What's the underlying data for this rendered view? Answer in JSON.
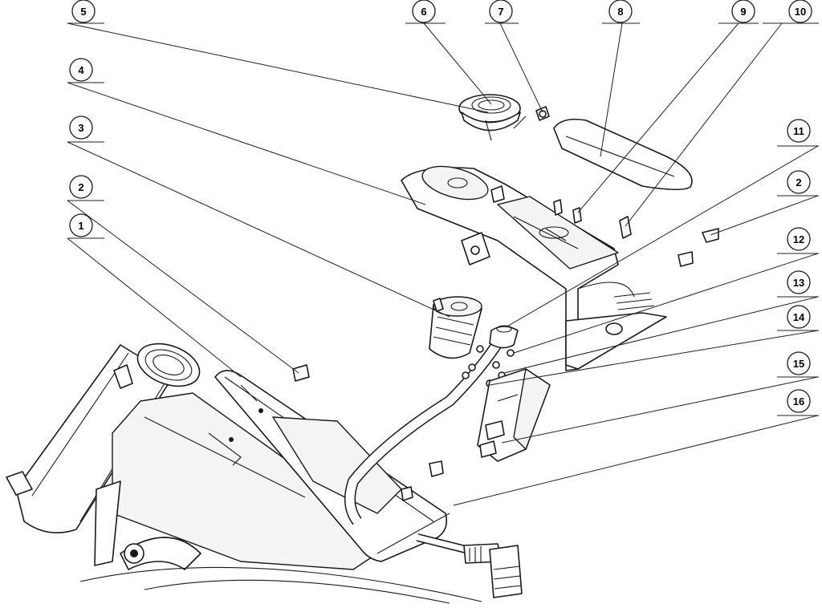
{
  "callouts": [
    {
      "label": "5"
    },
    {
      "label": "6"
    },
    {
      "label": "7"
    },
    {
      "label": "8"
    },
    {
      "label": "9"
    },
    {
      "label": "10"
    },
    {
      "label": "4"
    },
    {
      "label": "3"
    },
    {
      "label": "2"
    },
    {
      "label": "1"
    },
    {
      "label": "11"
    },
    {
      "label": "2"
    },
    {
      "label": "12"
    },
    {
      "label": "13"
    },
    {
      "label": "14"
    },
    {
      "label": "15"
    },
    {
      "label": "16"
    }
  ],
  "colors": {
    "ink": "#1a1a1a",
    "paper": "#ffffff"
  }
}
